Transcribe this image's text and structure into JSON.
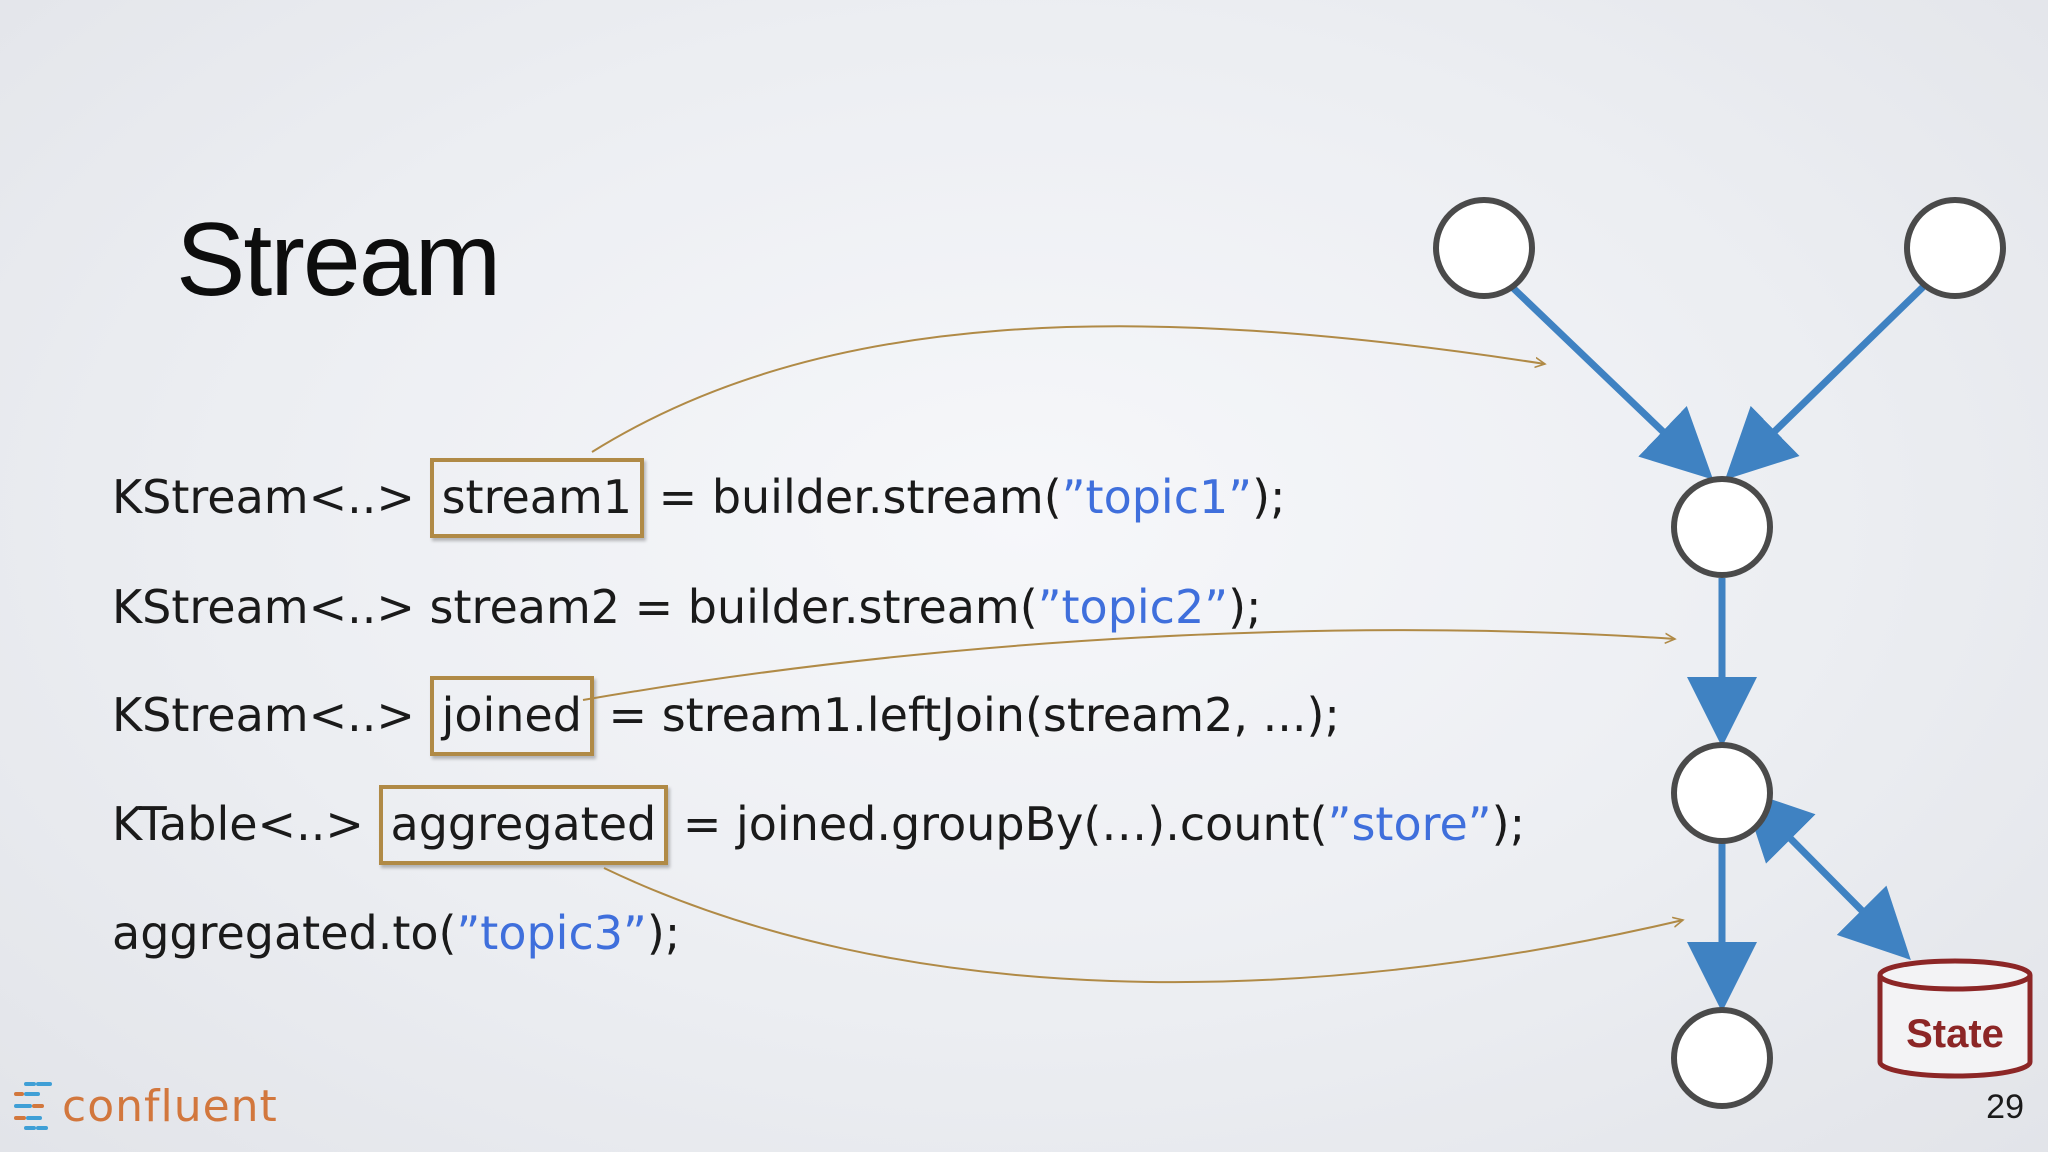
{
  "slide": {
    "title": "Stream",
    "page_number": "29",
    "logo_text": "confluent",
    "colors": {
      "string_literal": "#3f6fdc",
      "highlight_box": "#b08a46",
      "graph_edge": "#3f82c2",
      "node_border": "#4a4a4a",
      "state_store": "#8c2626",
      "logo": "#d2773d"
    }
  },
  "code": {
    "line1": {
      "pre": "KStream<..> ",
      "var": "stream1",
      "mid": " = builder.stream(",
      "str": "”topic1”",
      "post": ");"
    },
    "line2": {
      "pre": "KStream<..> stream2 = builder.stream(",
      "str": "”topic2”",
      "post": ");"
    },
    "line3": {
      "pre": "KStream<..> ",
      "var": "joined",
      "post": " = stream1.leftJoin(stream2, ...);"
    },
    "line4": {
      "pre": "KTable<..> ",
      "var": "aggregated",
      "mid": " = joined.groupBy(…).count(",
      "str": "”store”",
      "post": ");"
    },
    "line5": {
      "pre": "aggregated.to(",
      "str": "”topic3”",
      "post": ");"
    }
  },
  "graph": {
    "state_label": "State"
  }
}
